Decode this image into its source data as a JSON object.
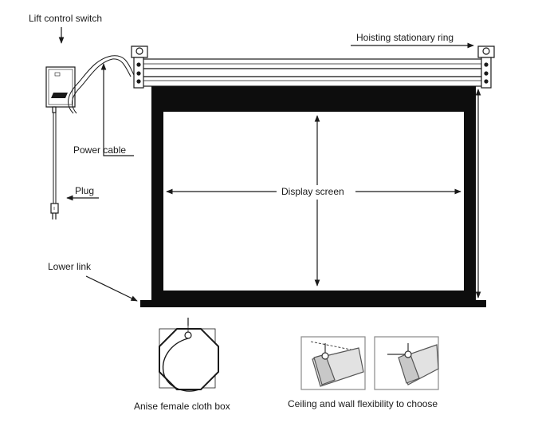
{
  "labels": {
    "lift_control_switch": "Lift control switch",
    "hoisting_stationary_ring": "Hoisting stationary ring",
    "power_cable": "Power cable",
    "plug": "Plug",
    "display_screen": "Display screen",
    "lower_link": "Lower link",
    "anise_female_cloth_box": "Anise female cloth box",
    "ceiling_and_wall": "Ceiling and wall flexibility to choose"
  },
  "colors": {
    "line": "#1a1a1a",
    "frame": "#0d0d0d",
    "inset_fill": "#e2e2e2",
    "inset_dark": "#8a8a8a"
  }
}
